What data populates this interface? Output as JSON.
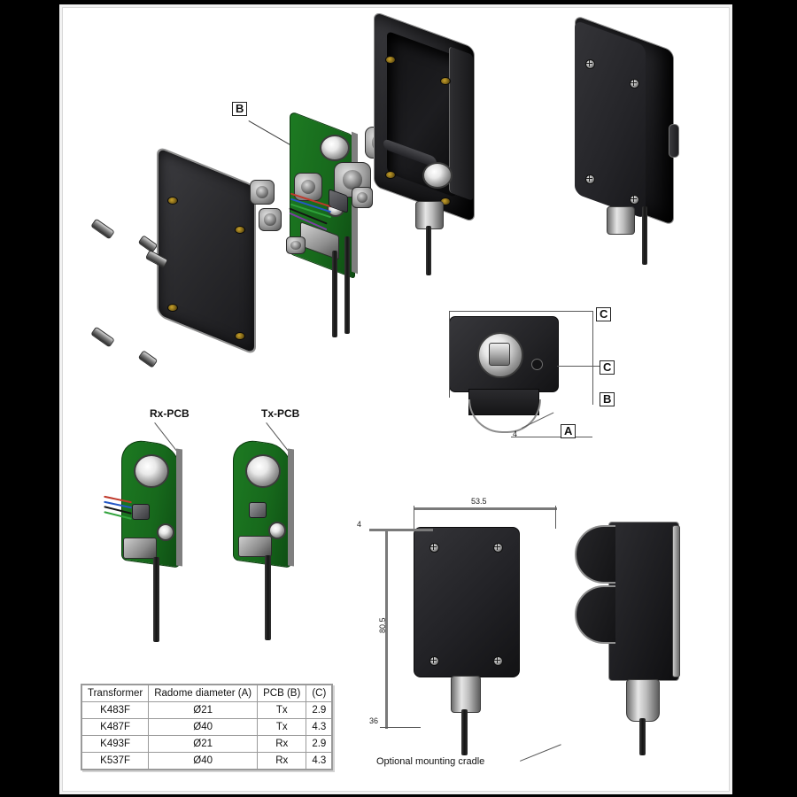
{
  "drawing": {
    "title": "Ultrasonic transducer assembly exploded and dimensioned views",
    "background_color": "#ffffff",
    "frame_color": "#f2f2f2",
    "pcb_color": "#17691c",
    "enclosure_color": "#2a2a2c"
  },
  "callouts": {
    "b_label": "B",
    "a_label": "A",
    "c_label": "C",
    "rx_pcb_label": "Rx-PCB",
    "tx_pcb_label": "Tx-PCB",
    "cradle_note": "Optional mounting cradle"
  },
  "dimensions": {
    "front_width": "53.5",
    "front_height": "80.5",
    "mount_offset": "4",
    "depth": "36",
    "radome_a": "A",
    "pcb_b": "B",
    "offset_c": "C"
  },
  "spec_table": {
    "headers": [
      "Transformer",
      "Radome diameter (A)",
      "PCB (B)",
      "(C)"
    ],
    "rows": [
      [
        "K483F",
        "Ø21",
        "Tx",
        "2.9"
      ],
      [
        "K487F",
        "Ø40",
        "Tx",
        "4.3"
      ],
      [
        "K493F",
        "Ø21",
        "Rx",
        "2.9"
      ],
      [
        "K537F",
        "Ø40",
        "Rx",
        "4.3"
      ]
    ]
  }
}
